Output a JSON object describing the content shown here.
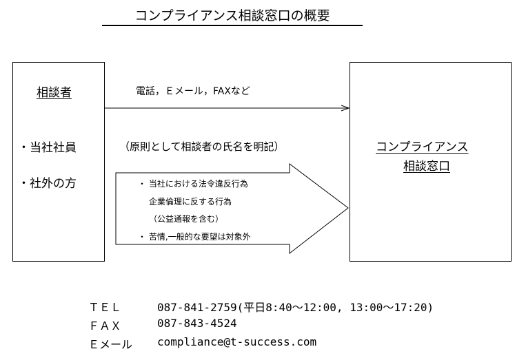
{
  "title": "コンプライアンス相談窓口の概要",
  "consultant": {
    "heading": "相談者",
    "items": [
      "・当社社員",
      "・社外の方"
    ]
  },
  "channel": {
    "methods": "電話，Ｅメール，FAXなど",
    "note": "（原則として相談者の氏名を明記）"
  },
  "desk": {
    "line1": "コンプライアンス",
    "line2": "相談窓口"
  },
  "scope": {
    "lines": [
      "・ 当社における法令違反行為",
      "企業倫理に反する行為",
      "（公益通報を含む）",
      "・ 苦情,一般的な要望は対象外"
    ]
  },
  "contact": {
    "tel_label": "ＴＥＬ",
    "tel_value": "087-841-2759(平日8:40～12:00, 13:00～17:20)",
    "fax_label": "ＦＡＸ",
    "fax_value": "087-843-4524",
    "email_label": "Ｅメール",
    "email_value": "compliance@t-success.com"
  }
}
